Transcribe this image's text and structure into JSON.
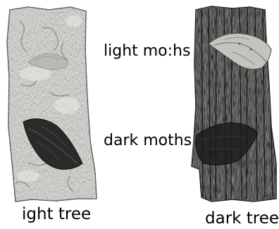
{
  "labels": {
    "light_moths": "light mo:hs",
    "dark_moths": "dark moths",
    "light_tree": "ight tree",
    "dark_tree": "dark tree"
  },
  "colors": {
    "light_bark": "#c9c9c4",
    "light_bark_texture": "#6e6e6a",
    "dark_bark": "#3c3c3a",
    "dark_bark_texture": "#111111",
    "light_moth": "#c4c4be",
    "dark_moth": "#2a2a28",
    "label_text": "#000000"
  }
}
